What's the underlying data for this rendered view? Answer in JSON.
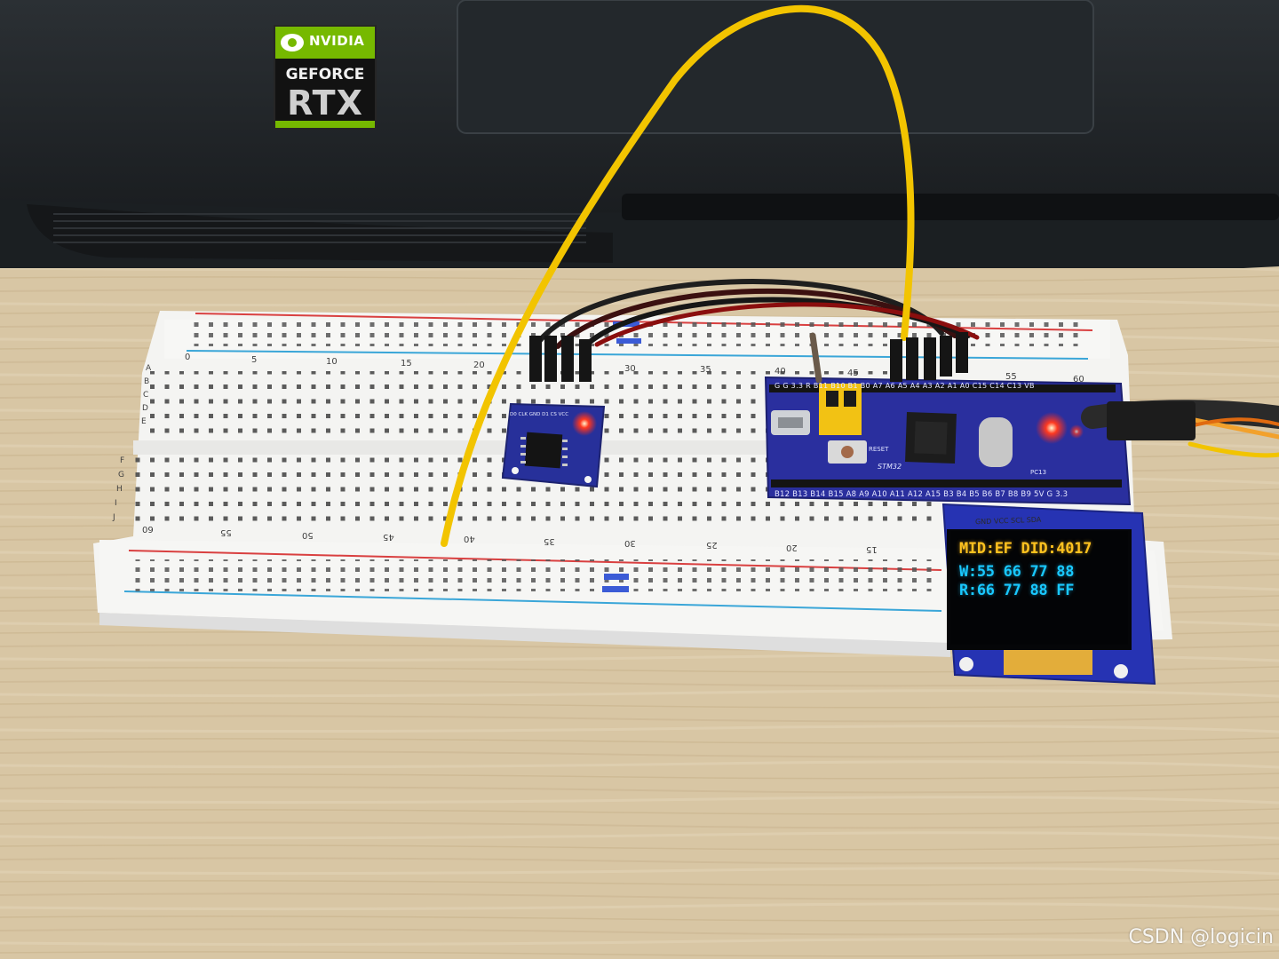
{
  "sticker": {
    "brand": "NVIDIA",
    "series": "GEFORCE",
    "model": "RTX"
  },
  "oled": {
    "line1": "MID:EF DID:4017",
    "line2": "W:55 66 77 88",
    "line3": "R:66 77 88 FF"
  },
  "silkscreen": {
    "top_pins": "G  G  3.3  R  B11 B10  B1  B0  A7  A6  A5  A4  A3  A2  A1  A0  C15 C14 C13  VB",
    "bottom_pins": "B12 B13 B14 B15  A8  A9  A10 A11 A12 A15  B3  B4  B5  B6  B7  B8  B9  5V  G  3.3",
    "mcu_label": "STM32",
    "reset_label": "RESET",
    "led_label": "PC13",
    "flash_module_pins": "D0 CLK GND D1 CS VCC",
    "oled_pins": "GND VCC SCL SDA"
  },
  "breadboard": {
    "top_numbers": [
      "0",
      "5",
      "10",
      "15",
      "20",
      "30",
      "35",
      "40",
      "45",
      "55",
      "60"
    ],
    "bottom_numbers": [
      "60",
      "55",
      "50",
      "45",
      "40",
      "35",
      "30",
      "25",
      "20",
      "15"
    ],
    "rows_top": [
      "A",
      "B",
      "C",
      "D",
      "E"
    ],
    "rows_bottom": [
      "F",
      "G",
      "H",
      "I",
      "J"
    ]
  },
  "watermark": "CSDN @logicin",
  "colors": {
    "oled_yellow": "#ffc21f",
    "oled_cyan": "#19c8ff",
    "pcb_blue": "#2a2f9e",
    "nvidia_green": "#76b900",
    "wire_yellow": "#f2c400",
    "led_red": "#ff2a1a"
  }
}
